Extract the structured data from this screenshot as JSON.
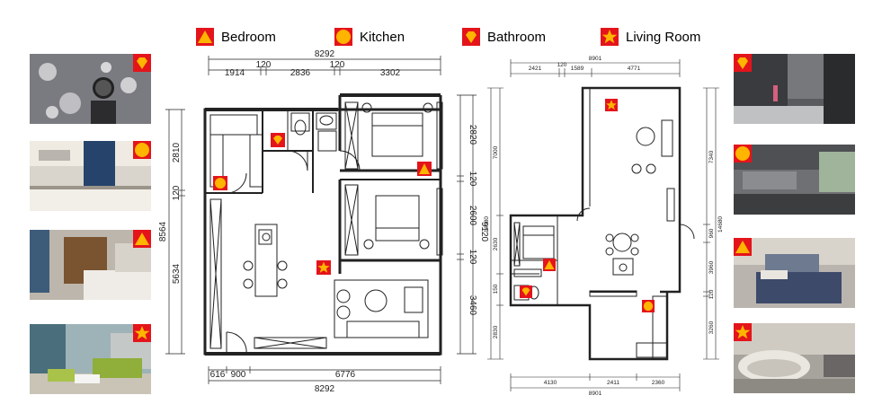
{
  "legend": [
    {
      "label": "Bedroom",
      "icon": "triangle-icon"
    },
    {
      "label": "Kitchen",
      "icon": "circle-icon"
    },
    {
      "label": "Bathroom",
      "icon": "diamond-icon"
    },
    {
      "label": "Living Room",
      "icon": "star-icon"
    }
  ],
  "colors": {
    "badge": "#e4141b",
    "mark": "#ffb400",
    "wall": "#222222"
  },
  "left_plan": {
    "top_total": "8292",
    "top_segments": [
      "1914",
      "120",
      "2836",
      "120",
      "3302"
    ],
    "bottom_segments": [
      "616",
      "900",
      "6776"
    ],
    "bottom_total": "8292",
    "left_total": "8564",
    "left_segments": [
      "2810",
      "120",
      "5634"
    ],
    "right_segments": [
      "2820",
      "120",
      "2600",
      "120",
      "3460"
    ],
    "right_total": "9120"
  },
  "right_plan": {
    "top_total": "8901",
    "top_segments": [
      "2421",
      "120",
      "1589",
      "4771"
    ],
    "bottom_segments": [
      "4130",
      "2411",
      "2360"
    ],
    "bottom_total": "8901",
    "left_segments": [
      "7000",
      "2630",
      "150",
      "2830"
    ],
    "left_total": "14680",
    "right_segments": [
      "7340",
      "960",
      "3960",
      "120",
      "3260"
    ],
    "right_total": "14680"
  }
}
